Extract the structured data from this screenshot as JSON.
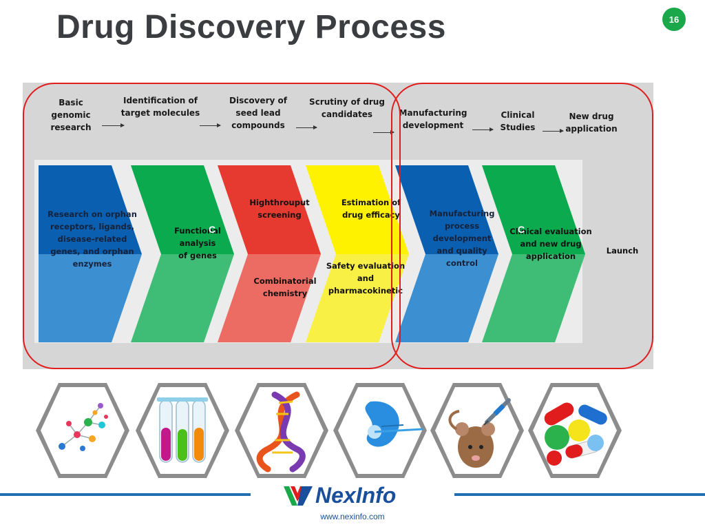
{
  "slide": {
    "title": "Drug Discovery Process",
    "page_number": "16"
  },
  "stages": [
    "Basic\ngenomic\nresearch",
    "Identification of\ntarget molecules",
    "Discovery of\nseed lead\ncompounds",
    "Scrutiny of drug\ncandidates",
    "Manufacturing\ndevelopment",
    "Clinical\nStudies",
    "New drug\napplication"
  ],
  "chevrons": [
    {
      "color": "#0a5fb0",
      "lower_color": "#3c8fd0",
      "text": "Research on orphan\nreceptors, ligands,\ndisease-related\ngenes, and orphan\nenzymes"
    },
    {
      "color": "#0caa4e",
      "lower_color": "#3fbd76",
      "text": "Functional\nanalysis\nof genes",
      "marker": "C"
    },
    {
      "color": "#e63a30",
      "lower_color": "#ec6b63",
      "upper_text": "Highthrouput\nscreening",
      "lower_text": "Combinatorial\nchemistry"
    },
    {
      "color": "#fff200",
      "lower_color": "#f9f046",
      "upper_text": "Estimation of\ndrug efficacy",
      "lower_text": "Safety  evaluation\nand\npharmacokinetic"
    },
    {
      "color": "#0a5fb0",
      "lower_color": "#3c8fd0",
      "text": "Manufacturing\nprocess\ndevelopment\nand quality\ncontrol"
    },
    {
      "color": "#0caa4e",
      "lower_color": "#3fbd76",
      "text": "Clinical evaluation\nand new drug\napplication",
      "marker": "C"
    }
  ],
  "launch_label": "Launch",
  "icons": [
    "molecule-icon",
    "test-tubes-icon",
    "dna-helix-icon",
    "pipette-icon",
    "lab-mouse-icon",
    "pills-icon"
  ],
  "brand": {
    "logo_text": "NexInfo",
    "url": "www.nexinfo.com",
    "colors": {
      "blue": "#1a4f9c",
      "red": "#e01c1c",
      "green": "#1aa84a"
    }
  }
}
